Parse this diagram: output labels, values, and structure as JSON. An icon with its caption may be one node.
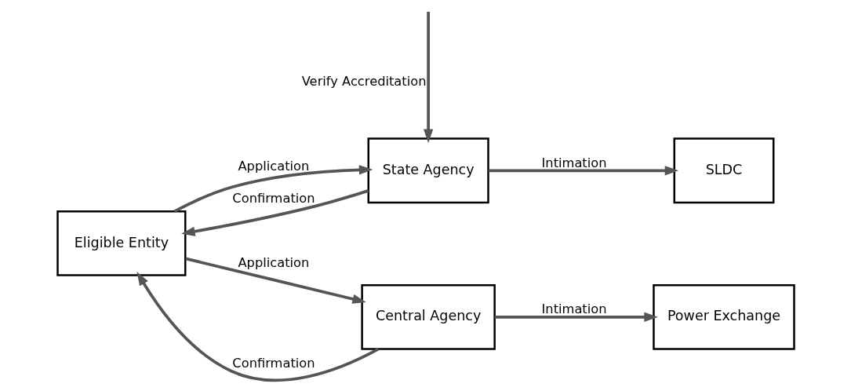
{
  "diagram": {
    "nodes": [
      {
        "text": [
          "Eligible Entity"
        ]
      },
      {
        "text": [
          "State Agency"
        ]
      },
      {
        "text": [
          "SLDC"
        ]
      },
      {
        "text": [
          "Central Agency"
        ]
      },
      {
        "text": [
          "Power Exchange"
        ]
      }
    ],
    "edges": [
      {
        "from": 0,
        "to": 1,
        "arrow": "to",
        "label": "Application"
      },
      {
        "from": 1,
        "to": 0,
        "arrow": "to",
        "label": "Confirmation"
      },
      {
        "from": null,
        "to": 1,
        "arrow": "to",
        "label": "Verify Accreditation"
      },
      {
        "from": 1,
        "to": 2,
        "arrow": "to",
        "label": "Intimation"
      },
      {
        "from": 3,
        "to": 0,
        "arrow": "to",
        "label": "Confirmation"
      },
      {
        "from": 0,
        "to": 3,
        "arrow": "to",
        "label": "Application"
      },
      {
        "from": 3,
        "to": 4,
        "arrow": "to",
        "label": "Intimation"
      }
    ]
  }
}
